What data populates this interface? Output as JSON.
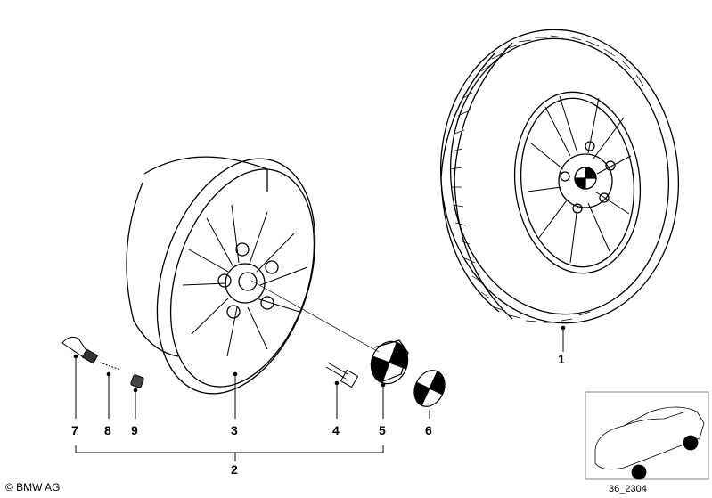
{
  "callouts": {
    "c1": "1",
    "c2": "2",
    "c3": "3",
    "c4": "4",
    "c5": "5",
    "c6": "6",
    "c7": "7",
    "c8": "8",
    "c9": "9"
  },
  "copyright": "© BMW AG",
  "reference": "36_2304",
  "colors": {
    "line": "#000000",
    "marker": "#000000",
    "background": "#ffffff"
  }
}
